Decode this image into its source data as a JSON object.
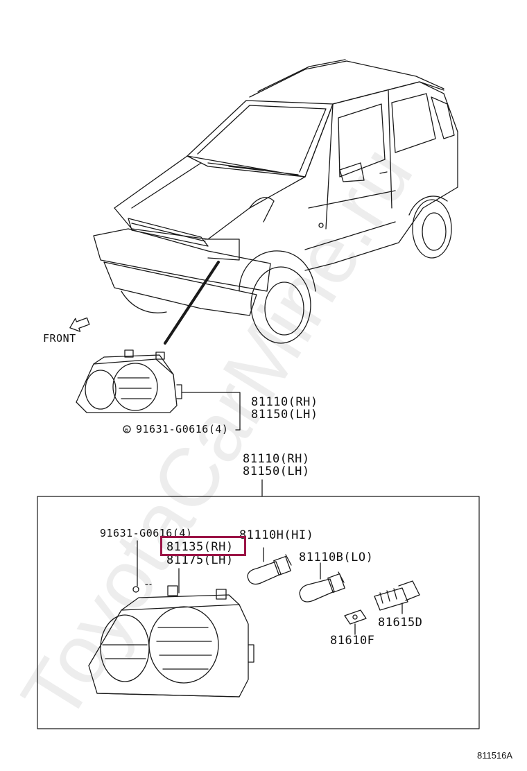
{
  "watermark": "ToyotaCarMine.ru",
  "direction": {
    "label": "FRONT",
    "icon": "arrow-icon"
  },
  "overview": {
    "part_rh": "81110(RH)",
    "part_lh": "81150(LH)",
    "screw": "91631-G0616(4)"
  },
  "assembly": {
    "part_rh": "81110(RH)",
    "part_lh": "81150(LH)"
  },
  "components": {
    "screw": "91631-G0616(4)",
    "lens_rh": "81135(RH)",
    "lens_lh": "81175(LH)",
    "bulb_hi": "81110H(HI)",
    "bulb_lo": "81110B(LO)",
    "clip": "81610F",
    "socket": "81615D"
  },
  "highlight_color": "#9b1446",
  "diagram_id": "811516A"
}
